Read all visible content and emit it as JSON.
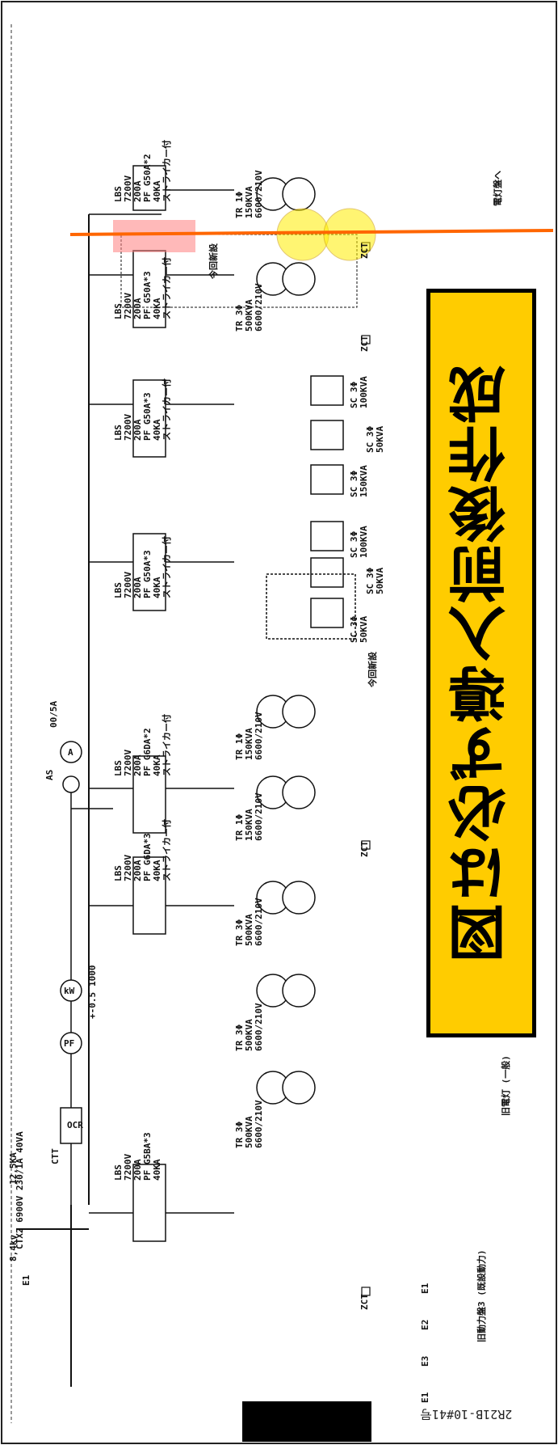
{
  "callout": {
    "text": "図は必ず導入前後作成"
  },
  "footer": {
    "code": "2R21B-10#41号"
  },
  "incoming": {
    "ctt": "CTT",
    "ctx": "CTX2\n6900V\n230/1A\n40VA",
    "ocr": "OCR",
    "pf_meter": "PF",
    "pf_range": "+-0.5",
    "kw_meter": "kW",
    "kw_range": "1000",
    "as_label": "AS",
    "a_meter": "A",
    "a_range": "00/5A",
    "e1": "E1",
    "partial_left": "12,5KA",
    "partial_left2": "8,4kv"
  },
  "feeders": [
    {
      "id": "lbs1",
      "text": [
        "LBS",
        "7200V",
        "200A",
        "PF G5BA*3",
        "40KA"
      ]
    },
    {
      "id": "lbs2",
      "text": [
        "LBS",
        "7200V",
        "200A",
        "PF G6DA*3",
        "40KA",
        "ストライカー付"
      ]
    },
    {
      "id": "lbs3",
      "text": [
        "LBS",
        "7200V",
        "200A",
        "PF G6DA*2",
        "40KA",
        "ストライカー付"
      ]
    },
    {
      "id": "lbs4",
      "text": [
        "LBS",
        "7200V",
        "200A",
        "PF G50A*3",
        "40KA",
        "ストライカー付"
      ]
    },
    {
      "id": "lbs5",
      "text": [
        "LBS",
        "7200V",
        "200A",
        "PF G50A*3",
        "40KA",
        "ストライカー付"
      ]
    },
    {
      "id": "lbs6",
      "text": [
        "LBS",
        "7200V",
        "200A",
        "PF G50A*3",
        "40KA",
        "ストライカー付"
      ]
    },
    {
      "id": "lbs7",
      "text": [
        "LBS",
        "7200V",
        "200A",
        "PF G50A*2",
        "40KA",
        "ストライカー付"
      ]
    }
  ],
  "transformers": [
    {
      "id": "tr1",
      "text": [
        "TR 3Φ",
        "500KVA",
        "6600/210V"
      ]
    },
    {
      "id": "tr2",
      "text": [
        "TR 3Φ",
        "500KVA",
        "6600/210V"
      ]
    },
    {
      "id": "tr3",
      "text": [
        "TR 3Φ",
        "500KVA",
        "6600/210V"
      ]
    },
    {
      "id": "tr4",
      "text": [
        "TR 1Φ",
        "150KVA",
        "6600/210V"
      ]
    },
    {
      "id": "tr5",
      "text": [
        "TR 1Φ",
        "150KVA",
        "6600/210V"
      ]
    },
    {
      "id": "tr6",
      "text": [
        "TR 3Φ",
        "500KVA",
        "6600/210V"
      ]
    },
    {
      "id": "tr7",
      "text": [
        "TR 1Φ",
        "150KVA",
        "6600/210V"
      ]
    }
  ],
  "capacitors": [
    {
      "id": "sc1",
      "text": [
        "SC 3Φ",
        "50KVA"
      ]
    },
    {
      "id": "sc2",
      "text": [
        "SC 3Φ",
        "50KVA"
      ]
    },
    {
      "id": "sc3",
      "text": [
        "SC 3Φ",
        "100KVA"
      ]
    },
    {
      "id": "sc4",
      "text": [
        "SC 3Φ",
        "150KVA"
      ]
    },
    {
      "id": "sc5",
      "text": [
        "SC 3Φ",
        "50KVA"
      ]
    },
    {
      "id": "sc6",
      "text": [
        "SC 3Φ",
        "100KVA"
      ]
    }
  ],
  "annotations": {
    "new_install_1": "今回新設",
    "new_install_2": "今回新設",
    "old_motor": "旧動力盤3\n(既設動力)",
    "old_light": "旧電灯\n(一般)",
    "to_panel": "電灯盤へ",
    "zct": "ZCT",
    "e_labels": [
      "E1",
      "E2",
      "E3",
      "E1"
    ]
  },
  "colors": {
    "callout_bg": "#ffcc00",
    "highlight_line": "#ff6600",
    "highlight_circle": "#ffee00",
    "highlight_box": "#ff8080"
  }
}
